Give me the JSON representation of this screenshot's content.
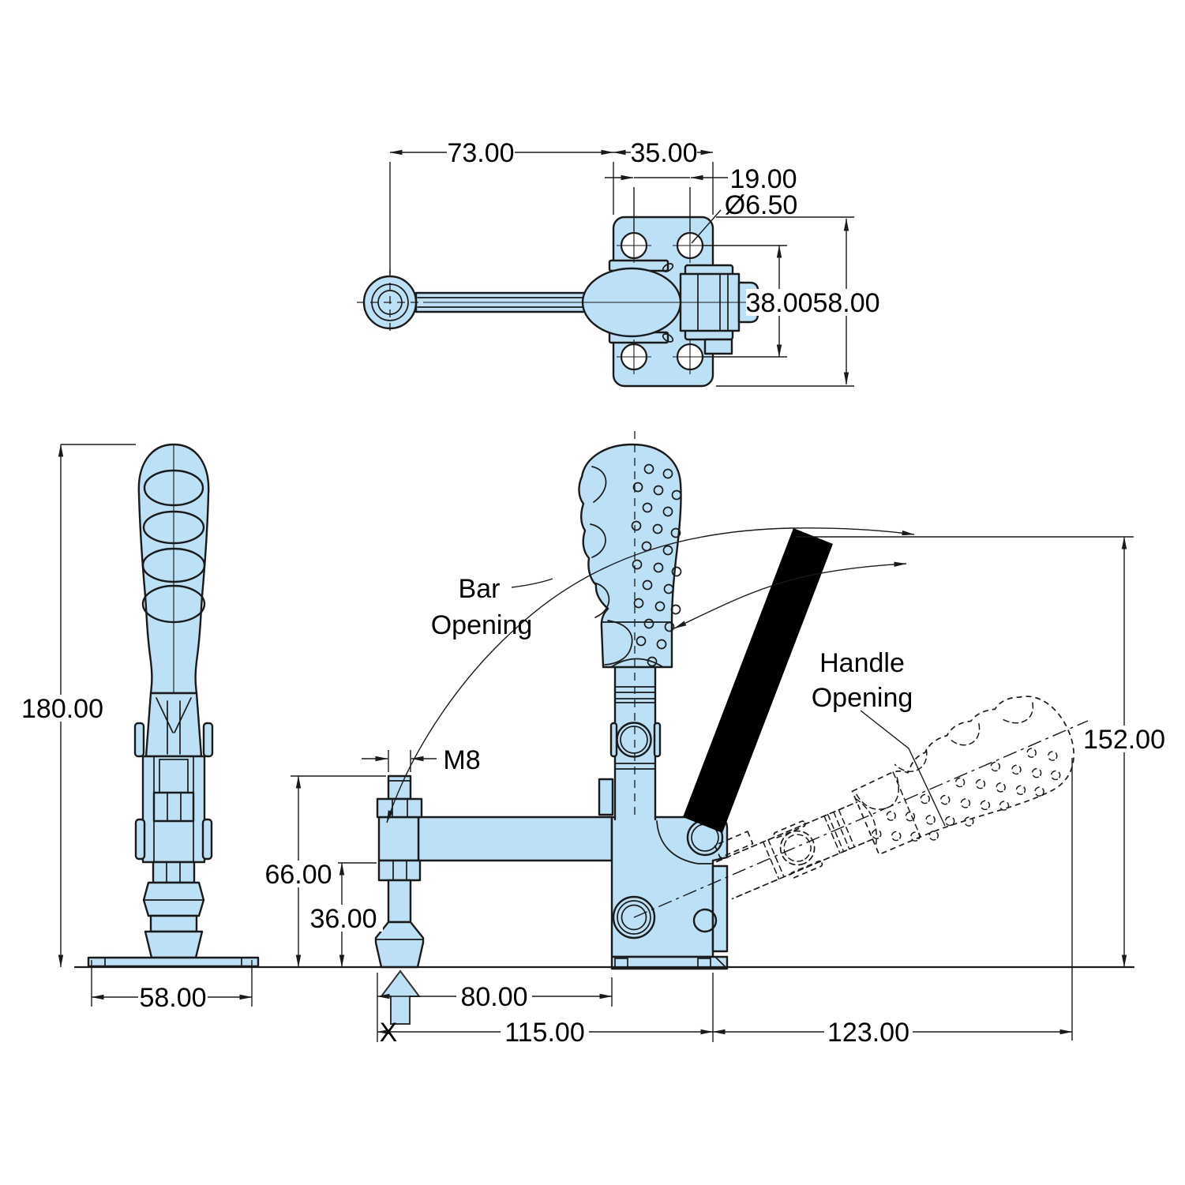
{
  "drawing": {
    "kind": "vertical toggle clamp engineering drawing",
    "part_fill_color": "#BCE0F5",
    "line_color": "#1a1a1a",
    "views": {
      "top": {
        "dims": {
          "spindle_offset": "73.00",
          "plate_width": "35.00",
          "hole_pitch_x": "19.00",
          "hole_dia": "Ø6.50",
          "hole_pitch_y": "38.00",
          "plate_length": "58.00"
        }
      },
      "side": {
        "dims": {
          "overall_height": "180.00",
          "base_width": "58.00"
        }
      },
      "front": {
        "labels": {
          "bar_opening_line1": "Bar",
          "bar_opening_line2": "Opening",
          "handle_opening_line1": "Handle",
          "handle_opening_line2": "Opening",
          "clamp_point": "X"
        },
        "dims": {
          "spindle_thread": "M8",
          "spindle_top_height": "66.00",
          "under_bar_height": "36.00",
          "bar_reach": "80.00",
          "overall_reach": "115.00",
          "handle_reach": "123.00",
          "open_height": "152.00"
        }
      }
    }
  }
}
